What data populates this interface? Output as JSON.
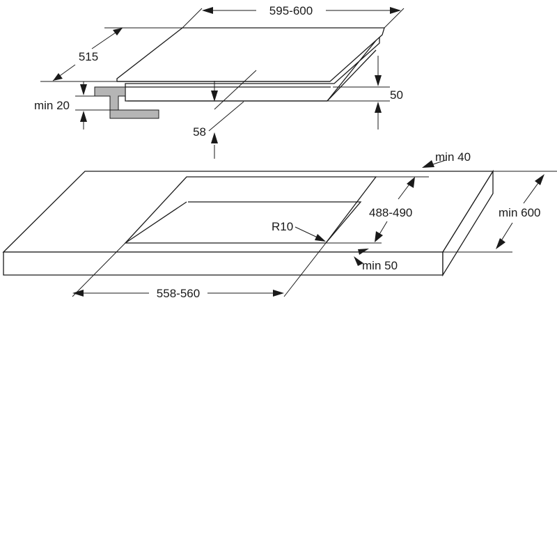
{
  "hob": {
    "width_label": "595-600",
    "depth_label": "515",
    "height_label": "50",
    "cutout_depth_label": "58",
    "clearance_label": "min 20"
  },
  "worktop": {
    "back_gap_label": "min 40",
    "cutout_depth_label": "488-490",
    "corner_radius_label": "R10",
    "cutout_width_label": "558-560",
    "front_gap_label": "min 50",
    "depth_label": "min 600"
  },
  "colors": {
    "line": "#1a1a1a",
    "bracket": "#b5b5b5",
    "background": "#ffffff"
  }
}
